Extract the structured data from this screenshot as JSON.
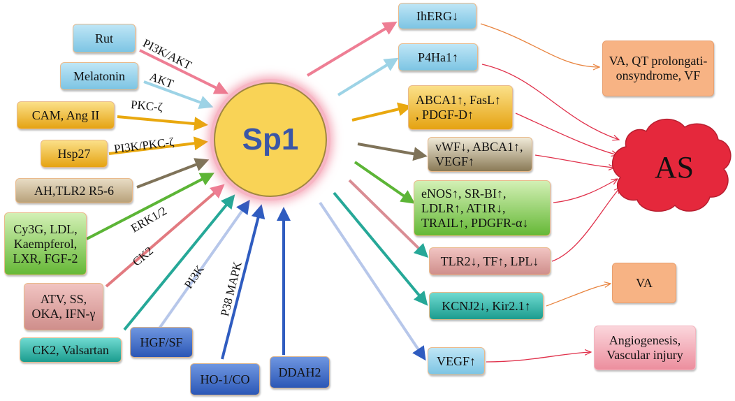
{
  "center": {
    "label": "Sp1"
  },
  "inputs": [
    {
      "id": "rut",
      "label": "Rut"
    },
    {
      "id": "melatonin",
      "label": "Melatonin"
    },
    {
      "id": "cam",
      "label": "CAM, Ang II"
    },
    {
      "id": "hsp27",
      "label": "Hsp27"
    },
    {
      "id": "ah",
      "label": "AH,TLR2 R5-6"
    },
    {
      "id": "cy3g",
      "label": "Cy3G, LDL,\nKaempferol,\nLXR, FGF-2"
    },
    {
      "id": "atv",
      "label": "ATV, SS,\nOKA, IFN-γ"
    },
    {
      "id": "ck2v",
      "label": "CK2, Valsartan"
    },
    {
      "id": "hgf",
      "label": "HGF/SF"
    },
    {
      "id": "ho1",
      "label": "HO-1/CO"
    },
    {
      "id": "ddah2",
      "label": "DDAH2"
    }
  ],
  "pathways": {
    "pi3k_akt": "PI3K/AKT",
    "akt": "AKT",
    "pkc": "PKC-ζ",
    "pi3k_pkc": "PI3K/PKC-ζ",
    "erk": "ERK1/2",
    "ck2": "CK2",
    "pi3k": "PI3K",
    "p38": "P38 MAPK"
  },
  "targets": [
    {
      "id": "iherg",
      "label": "IhERG↓"
    },
    {
      "id": "p4ha1",
      "label": "P4Ha1↑"
    },
    {
      "id": "abca1",
      "label": "ABCA1↑, FasL↑\n, PDGF-D↑"
    },
    {
      "id": "vwf",
      "label": "vWF↓, ABCA1↑,\nVEGF↑"
    },
    {
      "id": "enos",
      "label": "eNOS↑, SR-BI↑,\nLDLR↑, AT1R↓,\nTRAIL↑, PDGFR-α↓"
    },
    {
      "id": "tlr2",
      "label": "TLR2↓, TF↑, LPL↓"
    },
    {
      "id": "kcnj2",
      "label": "KCNJ2↓, Kir2.1↑"
    },
    {
      "id": "vegf",
      "label": "VEGF↑"
    }
  ],
  "outcomes": {
    "va_qt": "VA, QT prolongati-\nonsyndrome, VF",
    "as": "AS",
    "va": "VA",
    "angio": "Angiogenesis,\nVascular injury"
  },
  "colors": {
    "arrow_pink": "#ee7e94",
    "arrow_lightblue": "#9dd3e6",
    "arrow_gold": "#e9a80f",
    "arrow_khaki": "#7f7359",
    "arrow_green": "#5cb536",
    "arrow_rose": "#c77b7a",
    "arrow_teal": "#26a898",
    "arrow_blue": "#2f5cc0",
    "arrow_paleblue": "#b7c7ea",
    "thin_orange": "#e8833e",
    "thin_red": "#e0304a",
    "cloud_red": "#e5283c",
    "center_fill": "#f9d356",
    "center_text": "#3b56a6"
  }
}
